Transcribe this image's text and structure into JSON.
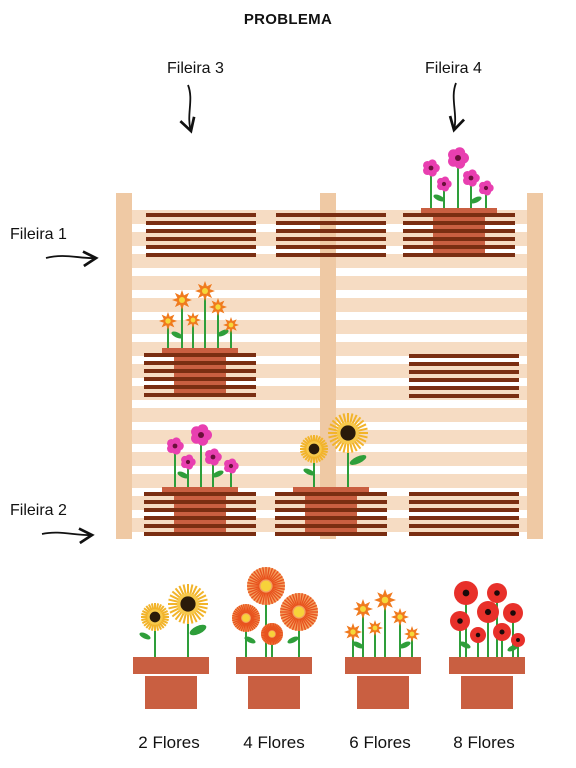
{
  "title": "PROBLEMA",
  "row_labels": {
    "fileira1": "Fileira 1",
    "fileira2": "Fileira 2",
    "fileira3": "Fileira 3",
    "fileira4": "Fileira 4"
  },
  "pot_options": [
    {
      "label": "2 Flores",
      "flower": "sunflower"
    },
    {
      "label": "4 Flores",
      "flower": "orange-dahlia"
    },
    {
      "label": "6 Flores",
      "flower": "orange-star-flower"
    },
    {
      "label": "8 Flores",
      "flower": "red-poppy"
    }
  ],
  "colors": {
    "shelf_light": "#f6dcc3",
    "shelf_post": "#efc9a4",
    "slat_dark": "#7a2e12",
    "pot": "#c95f41",
    "pink_flower": "#e83fb0",
    "stem": "#2e9e3a",
    "sunflower": "#f2b42a",
    "orange": "#f07a1e",
    "red": "#e8302a"
  }
}
